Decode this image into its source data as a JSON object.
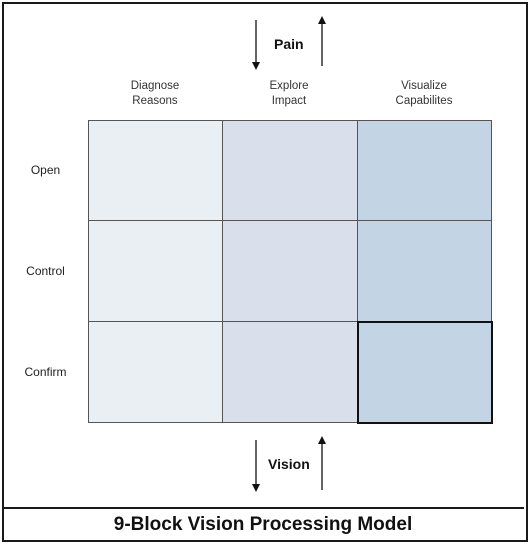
{
  "diagram": {
    "top_arrow_label": "Pain",
    "bottom_arrow_label": "Vision",
    "columns": [
      {
        "line1": "Diagnose",
        "line2": "Reasons"
      },
      {
        "line1": "Explore",
        "line2": "Impact"
      },
      {
        "line1": "Visualize",
        "line2": "Capabilites"
      }
    ],
    "rows": [
      "Open",
      "Control",
      "Confirm"
    ],
    "column_colors": [
      "#eaeff3",
      "#d9e0eb",
      "#c3d4e4"
    ],
    "highlighted_cell": {
      "row": "Confirm",
      "column": "Visualize Capabilites"
    }
  },
  "caption": "9-Block Vision Processing Model"
}
